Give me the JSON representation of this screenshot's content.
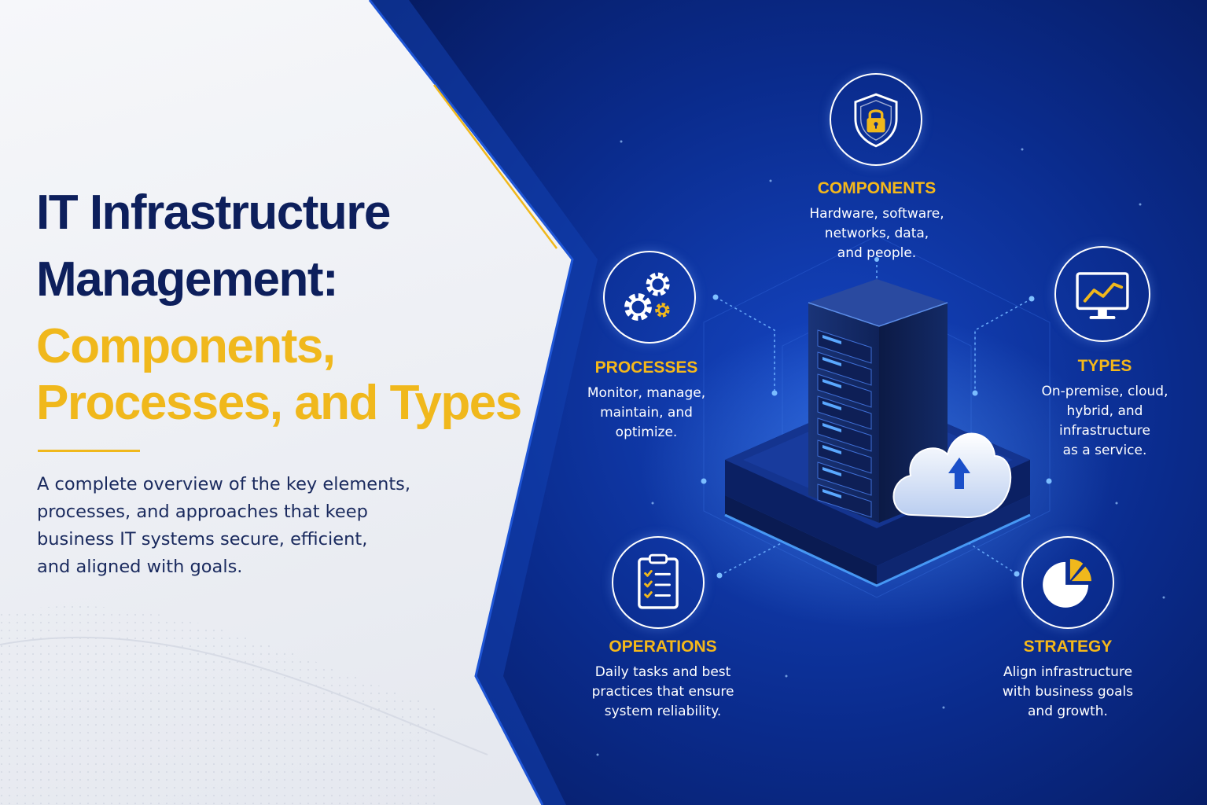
{
  "title": {
    "line1": "IT Infrastructure",
    "line2": "Management:",
    "line3": "Components,",
    "line4": "Processes, and Types"
  },
  "subtitle": [
    "A complete overview of the key elements,",
    "processes, and approaches that keep",
    "business IT systems secure, efficient,",
    "and aligned with goals."
  ],
  "colors": {
    "navy": "#0d1f5c",
    "gold": "#f0b81c",
    "panel_blue": "#0a2a8a",
    "glow": "#4da3ff"
  },
  "nodes": [
    {
      "id": "components",
      "icon": "shield-lock-icon",
      "title": "COMPONENTS",
      "lines": [
        "Hardware, software,",
        "networks, data,",
        "and people."
      ]
    },
    {
      "id": "processes",
      "icon": "gears-icon",
      "title": "PROCESSES",
      "lines": [
        "Monitor, manage,",
        "maintain, and",
        "optimize."
      ]
    },
    {
      "id": "types",
      "icon": "monitor-chart-icon",
      "title": "TYPES",
      "lines": [
        "On-premise, cloud,",
        "hybrid, and",
        "infrastructure",
        "as a service."
      ]
    },
    {
      "id": "operations",
      "icon": "clipboard-checklist-icon",
      "title": "OPERATIONS",
      "lines": [
        "Daily tasks and best",
        "practices that ensure",
        "system reliability."
      ]
    },
    {
      "id": "strategy",
      "icon": "pie-chart-icon",
      "title": "STRATEGY",
      "lines": [
        "Align infrastructure",
        "with business goals",
        "and growth."
      ]
    }
  ],
  "center": {
    "icon": "server-rack-icon",
    "badge_icon": "cloud-upload-icon"
  }
}
